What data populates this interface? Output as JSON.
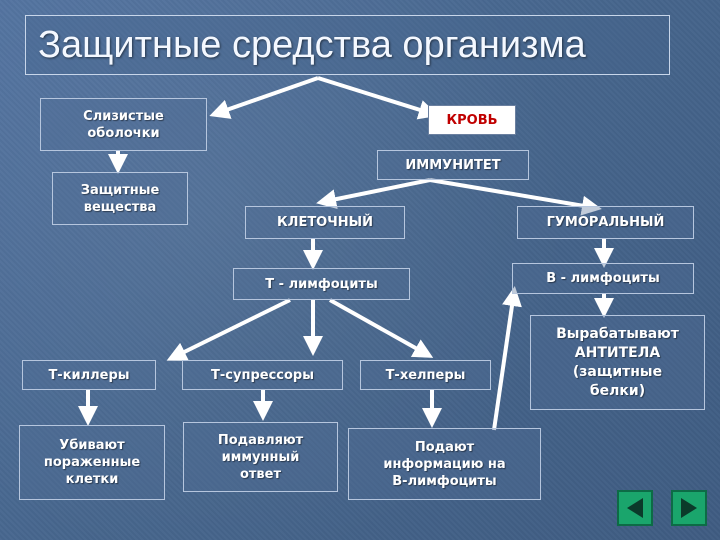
{
  "title": "Защитные средства организма",
  "nodes": {
    "mucous": "Слизистые\nоболочки",
    "protective": "Защитные\nвещества",
    "blood": "КРОВЬ",
    "immunity": "ИММУНИТЕТ",
    "cellular": "КЛЕТОЧНЫЙ",
    "humoral": "ГУМОРАЛЬНЫЙ",
    "t_lymph": "Т - лимфоциты",
    "b_lymph": "В - лимфоциты",
    "antibodies": "Вырабатывают\nАНТИТЕЛА\n(защитные\nбелки)",
    "t_killers": "Т-киллеры",
    "t_suppressors": "Т-супрессоры",
    "t_helpers": "Т-хелперы",
    "kill_cells": "Убивают\nпораженные\nклетки",
    "suppress": "Подавляют\nиммунный\nответ",
    "inform": "Подают\nинформацию на\nВ-лимфоциты"
  },
  "colors": {
    "blood_text": "#c00000",
    "nav_button": "#1aa56c"
  },
  "nav": {
    "prev_icon": "triangle-left-icon",
    "next_icon": "triangle-right-icon"
  }
}
